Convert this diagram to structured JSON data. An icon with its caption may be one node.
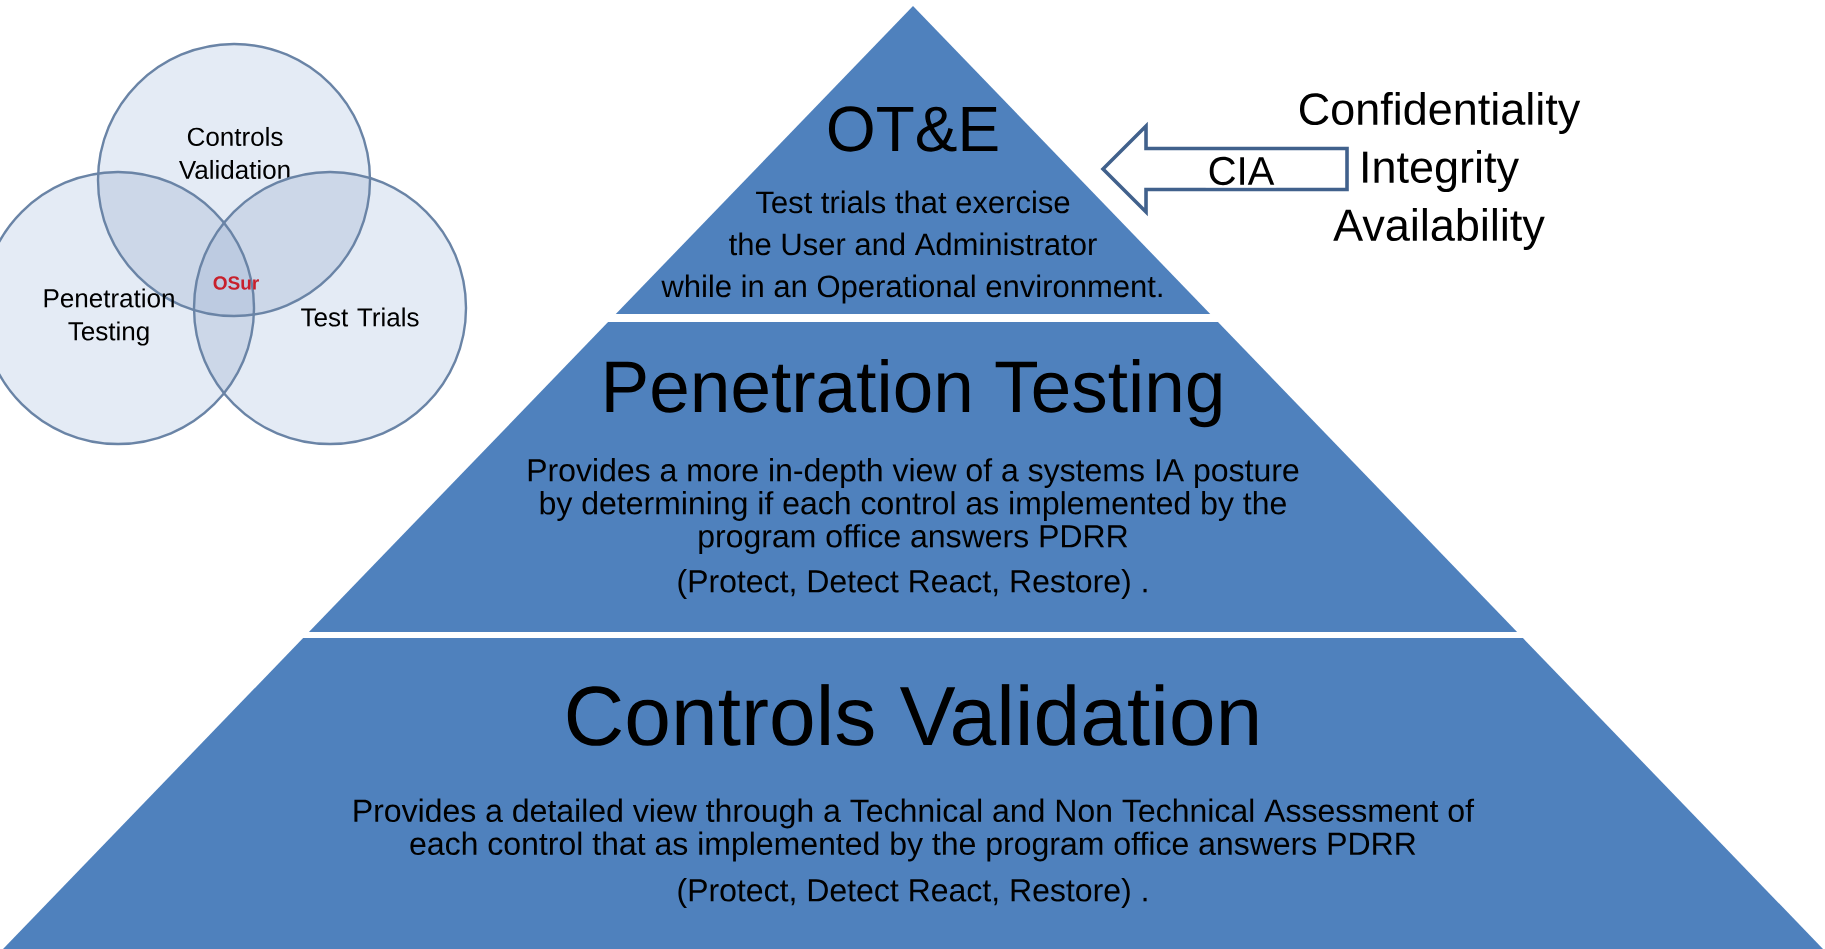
{
  "diagram": {
    "nodes": [
      {
        "text": [
          "OT&E",
          "Test trials that exercise the User and Administrator while in an Operational environment."
        ]
      },
      {
        "text": [
          "Penetration Testing",
          "Provides a more in-depth view of a systems IA posture by determining if each control as implemented by the program office answers PDRR",
          "(Protect, Detect React, Restore) ."
        ]
      },
      {
        "text": [
          "Controls Validation",
          "Provides a detailed view through a Technical and Non Technical Assessment of each control that as implemented by the program office answers PDRR",
          "(Protect, Detect React, Restore) ."
        ]
      },
      {
        "text": [
          "Confidentiality Integrity Availability"
        ]
      },
      {
        "text": [
          "Controls Validation"
        ]
      },
      {
        "text": [
          "Penetration Testing"
        ]
      },
      {
        "text": [
          "Test Trials"
        ]
      }
    ],
    "edges": [
      {
        "from": 3,
        "to": 0,
        "arrow": "to",
        "label": "CIA"
      }
    ],
    "labels": [
      "OSur"
    ]
  }
}
